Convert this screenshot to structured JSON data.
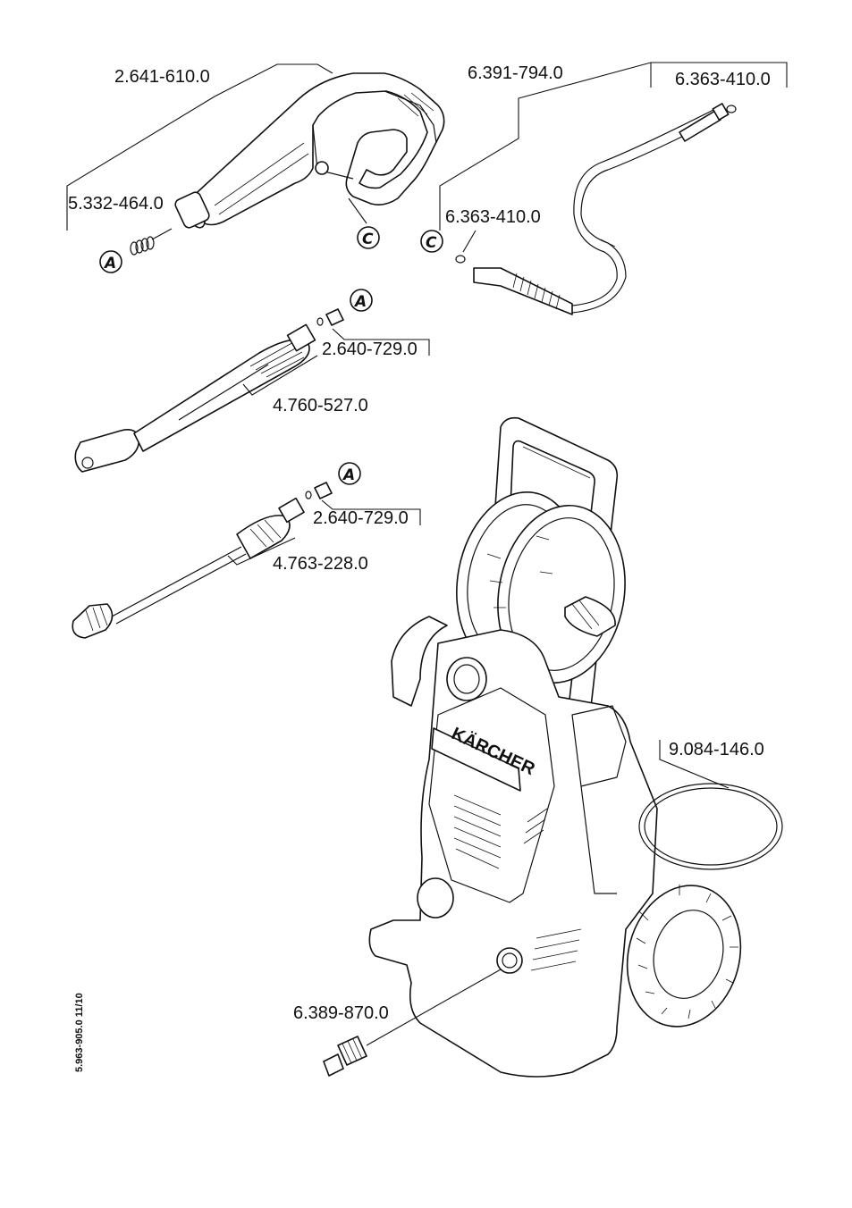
{
  "labels": {
    "trigger_gun": "2.641-610.0",
    "hose": "6.391-794.0",
    "oring_top": "6.363-410.0",
    "gun_seal": "5.332-464.0",
    "oring_hose": "6.363-410.0",
    "nozzle_a": "2.640-729.0",
    "lance_vario": "4.760-527.0",
    "nozzle_b": "2.640-729.0",
    "lance_dirt": "4.763-228.0",
    "hose_reel_band": "9.084-146.0",
    "inlet_coupling": "6.389-870.0"
  },
  "callouts": {
    "A": "A",
    "C": "C"
  },
  "brand": "KÄRCHER",
  "doc_code": "5.963-905.0  11/10"
}
